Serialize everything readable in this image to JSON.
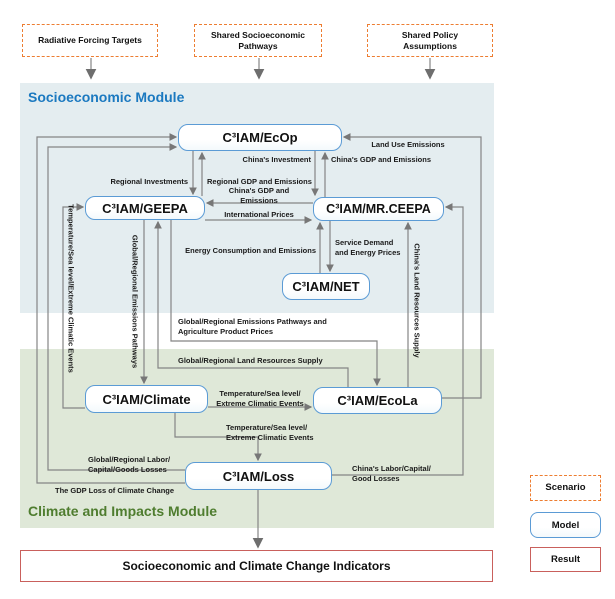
{
  "scenario_inputs": {
    "radiative_forcing_targets": "Radiative Forcing Targets",
    "shared_socioeconomic_pathways": "Shared Socioeconomic\nPathways",
    "shared_policy_assumptions": "Shared Policy\nAssumptions"
  },
  "modules": {
    "socioeconomic": "Socioeconomic Module",
    "climate_impacts": "Climate and Impacts Module"
  },
  "models": {
    "ecop": "C³IAM/EcOp",
    "geepa": "C³IAM/GEEPA",
    "mrceepa": "C³IAM/MR.CEEPA",
    "net": "C³IAM/NET",
    "climate": "C³IAM/Climate",
    "ecola": "C³IAM/EcoLa",
    "loss": "C³IAM/Loss"
  },
  "flows": {
    "land_use_emissions": "Land Use Emissions",
    "chinas_investment": "China's Investment",
    "chinas_gdp_and_emissions": "China's GDP and Emissions",
    "regional_investments": "Regional Investments",
    "regional_gdp_and_emissions": "Regional GDP and Emissions",
    "chinas_gdp_and_emissions_2line": "China's GDP and\nEmissions",
    "international_prices": "International Prices",
    "energy_consumption_and_emissions": "Energy Consumption and Emissions",
    "service_demand_and_energy_prices": "Service Demand\nand Energy Prices",
    "emissions_pathways_ag_prices": "Global/Regional Emissions Pathways and\nAgriculture Product Prices",
    "land_resources_supply": "Global/Regional Land Resources Supply",
    "temp_extreme_vertical": "Temperature/Sea level/Extreme Climatic Events",
    "global_emissions_pathways": "Global/Regional Emissions Pathways",
    "chinas_land_resources_supply": "China's Land Resources Supply",
    "temp_extreme_to_ecola": "Temperature/Sea level/\nExtreme Climatic Events",
    "temp_extreme_to_loss": "Temperature/Sea level/\nExtreme Climatic Events",
    "global_labor_losses": "Global/Regional Labor/\nCapital/Goods Losses",
    "gdp_loss": "The GDP Loss of Climate Change",
    "chinas_labor_losses": "China's Labor/Capital/\nGood Losses"
  },
  "result": {
    "indicators": "Socioeconomic and Climate Change Indicators"
  },
  "legend": {
    "scenario": "Scenario",
    "model": "Model",
    "result": "Result"
  },
  "colors": {
    "scenario_border": "#ed7d31",
    "model_border": "#5b9bd5",
    "result_border": "#c9605c",
    "connector_line": "#808080",
    "socio_title": "#1b79c0",
    "climate_title": "#4f7d2f",
    "socio_bg": "#e4edf0",
    "climate_bg": "#dfe8d8"
  }
}
